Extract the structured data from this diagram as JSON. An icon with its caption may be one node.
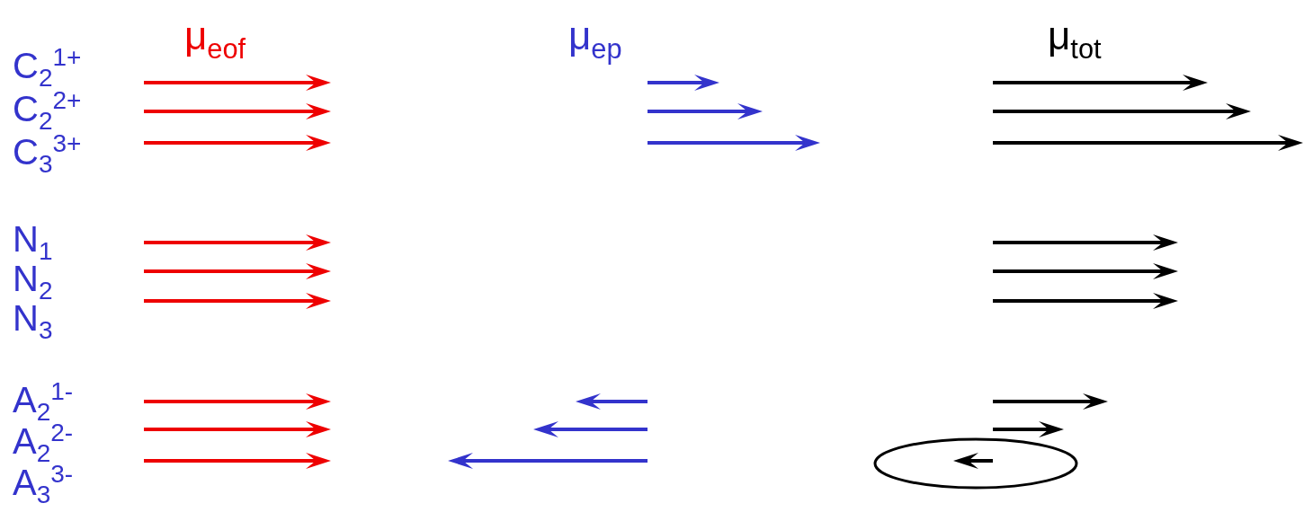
{
  "diagram": {
    "labels": [
      "μ$_{eof}$",
      "μ$_{ep}$",
      "μ$_{tot}$",
      "C$_{2}$$^{1+}$",
      "C$_{2}$$^{2+}$",
      "C$_{3}$$^{3+}$",
      "N$_{1}$",
      "N$_{2}$",
      "N$_{3}$",
      "A$_{2}$$^{1-}$",
      "A$_{2}$$^{2-}$",
      "A$_{3}$$^{3-}$"
    ]
  }
}
